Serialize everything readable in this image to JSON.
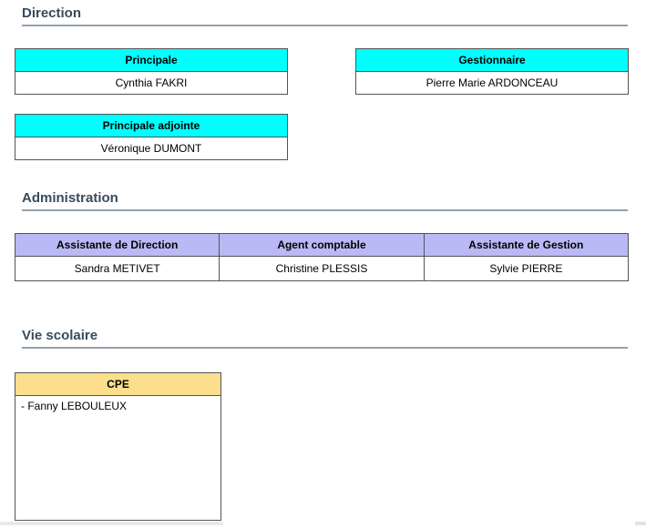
{
  "sections": {
    "direction": {
      "title": "Direction",
      "tables": {
        "principale": {
          "role": "Principale",
          "person": "Cynthia FAKRI"
        },
        "gestionnaire": {
          "role": "Gestionnaire",
          "person": "Pierre Marie ARDONCEAU"
        },
        "principale_adjointe": {
          "role": "Principale adjointe",
          "person": "Véronique DUMONT"
        }
      }
    },
    "administration": {
      "title": "Administration",
      "table": {
        "columns": [
          "Assistante de Direction",
          "Agent comptable",
          "Assistante de Gestion"
        ],
        "people": [
          "Sandra METIVET",
          "Christine PLESSIS",
          "Sylvie PIERRE"
        ]
      }
    },
    "vie_scolaire": {
      "title": "Vie scolaire",
      "table": {
        "role": "CPE",
        "people": [
          "- Fanny LEBOULEUX"
        ]
      }
    }
  },
  "colors": {
    "heading": "#374B5C",
    "rule": "#95A0AB",
    "direction_header_bg": "#00FFFF",
    "administration_header_bg": "#B9B9F5",
    "vie_scolaire_header_bg": "#FBDF8D",
    "table_border": "#545454"
  }
}
